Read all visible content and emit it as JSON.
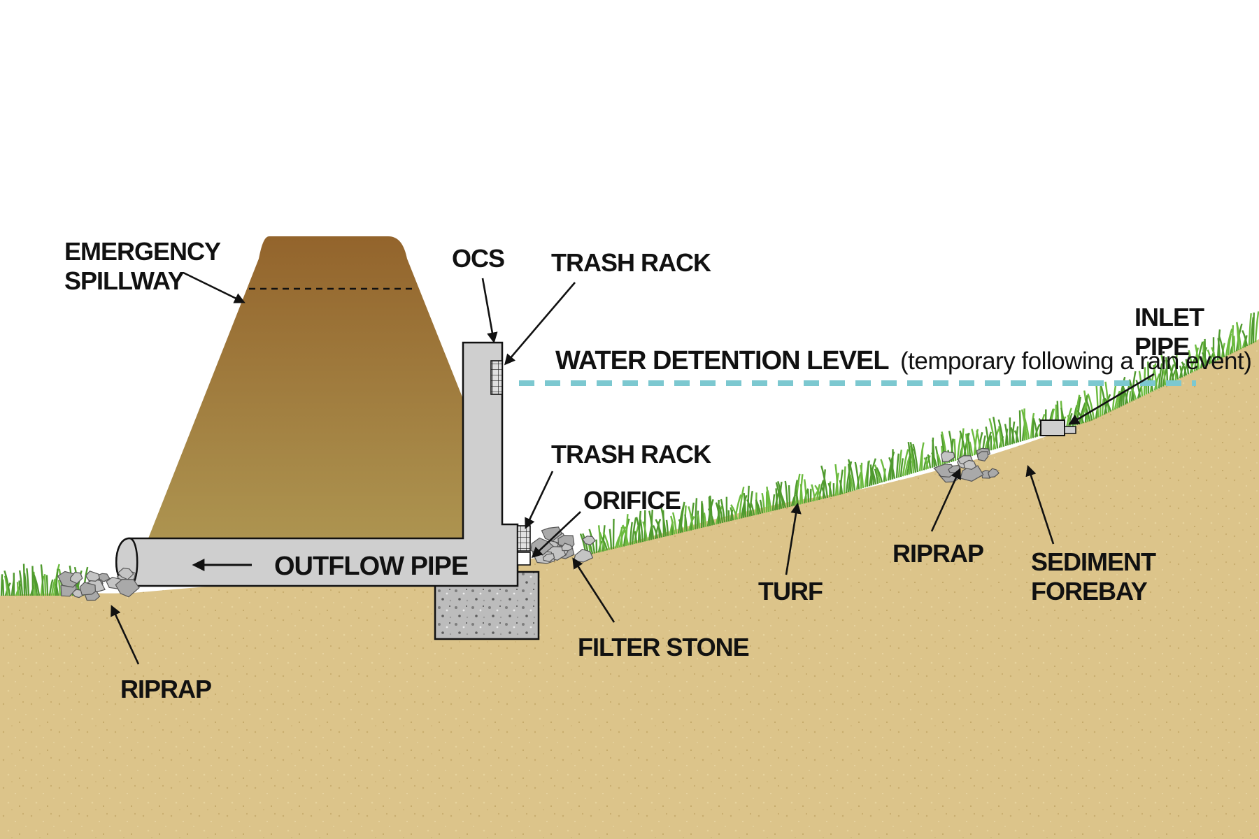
{
  "diagram": {
    "labels": {
      "emergency_spillway_line1": "EMERGENCY",
      "emergency_spillway_line2": "SPILLWAY",
      "ocs": "OCS",
      "trash_rack_top": "TRASH RACK",
      "water_detention_level": "WATER DETENTION LEVEL",
      "water_detention_note": "(temporary following a rain event)",
      "inlet_pipe_line1": "INLET",
      "inlet_pipe_line2": "PIPE",
      "trash_rack_bottom": "TRASH RACK",
      "orifice": "ORIFICE",
      "outflow_pipe": "OUTFLOW PIPE",
      "filter_stone": "FILTER STONE",
      "turf": "TURF",
      "riprap_right": "RIPRAP",
      "riprap_left": "RIPRAP",
      "sediment_forebay_line1": "SEDIMENT",
      "sediment_forebay_line2": "FOREBAY"
    },
    "colors": {
      "background": "#ffffff",
      "ground": "#dcc48a",
      "embankment_top": "#93642c",
      "embankment_bottom": "#ad9450",
      "concrete": "#cfcfcf",
      "water_level": "#7cc8d0",
      "turf": "#4f9a2e",
      "riprap": "#b8b8b8",
      "label": "#111111"
    }
  }
}
